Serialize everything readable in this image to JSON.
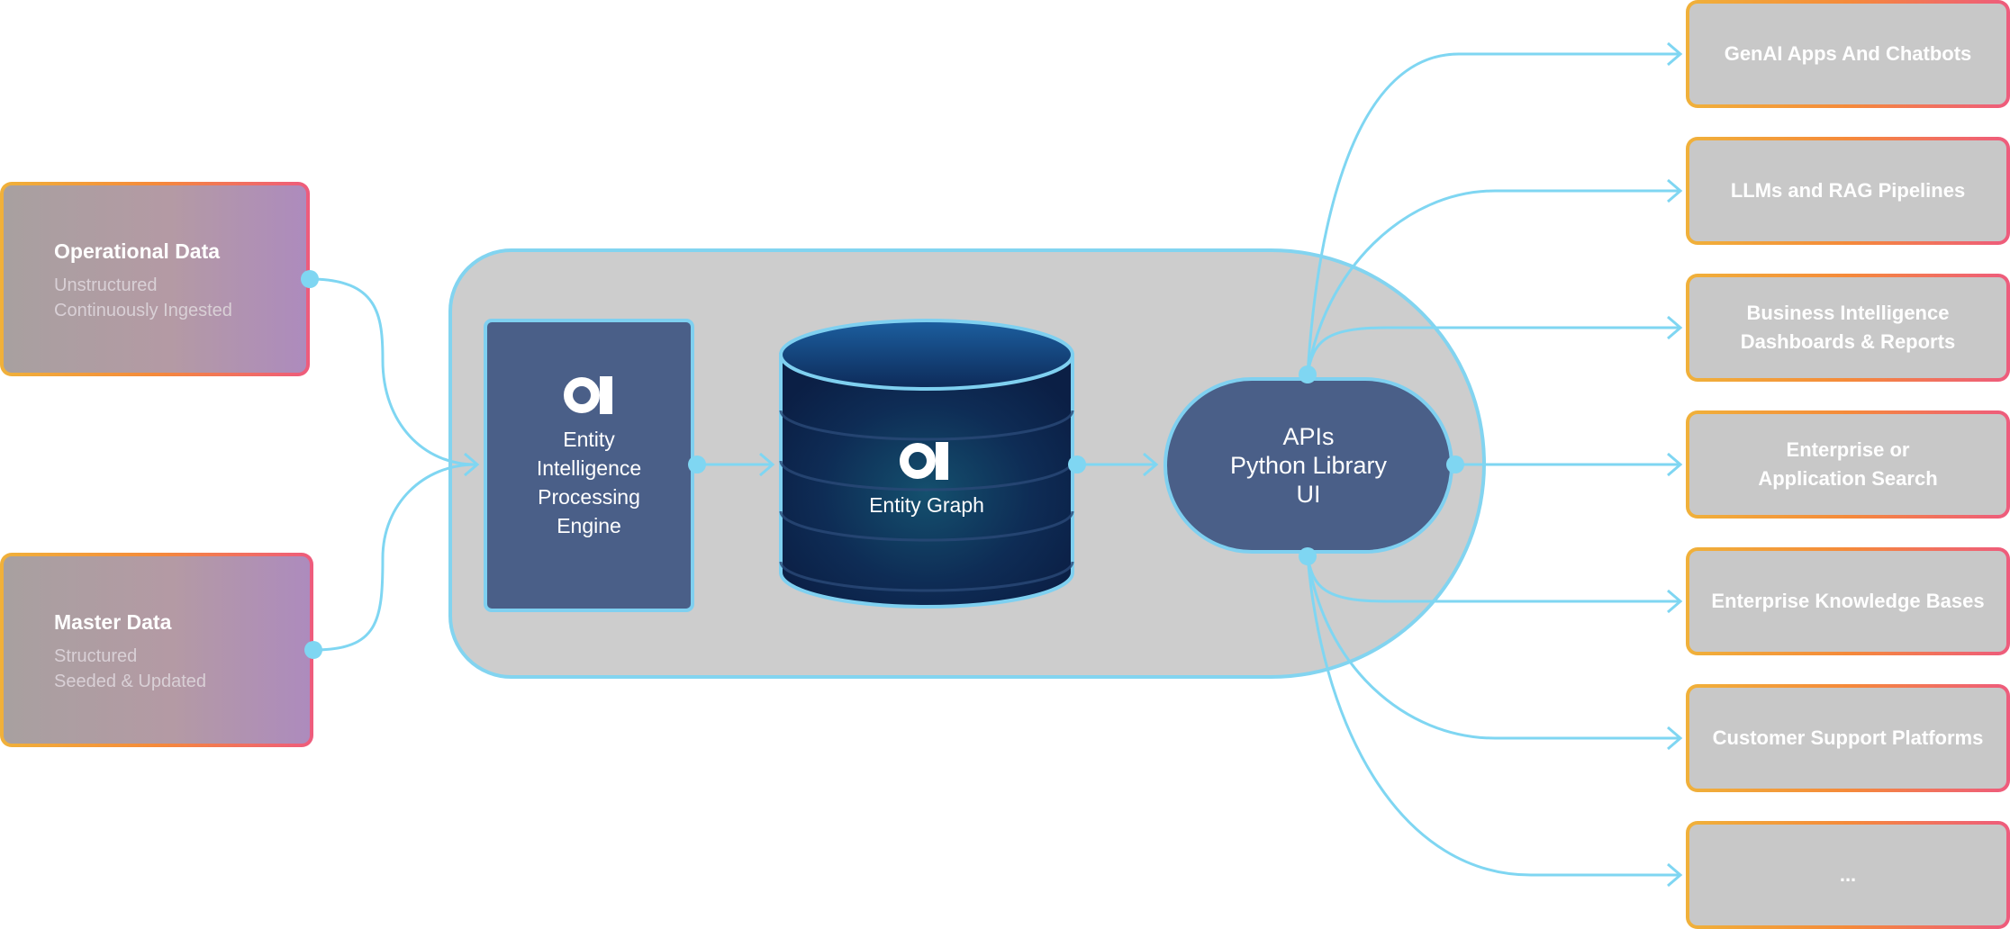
{
  "sources": [
    {
      "title": "Operational Data",
      "lines": [
        "Unstructured",
        "Continuously Ingested"
      ]
    },
    {
      "title": "Master Data",
      "lines": [
        "Structured",
        "Seeded & Updated"
      ]
    }
  ],
  "engine": {
    "lines": [
      "Entity",
      "Intelligence",
      "Processing",
      "Engine"
    ]
  },
  "graph": {
    "label": "Entity Graph"
  },
  "api": {
    "lines": [
      "APIs",
      "Python Library",
      "UI"
    ]
  },
  "destinations": [
    {
      "lines": [
        "GenAI Apps And Chatbots"
      ]
    },
    {
      "lines": [
        "LLMs and RAG Pipelines"
      ]
    },
    {
      "lines": [
        "Business Intelligence",
        "Dashboards & Reports"
      ]
    },
    {
      "lines": [
        "Enterprise or",
        "Application Search"
      ]
    },
    {
      "lines": [
        "Enterprise Knowledge Bases"
      ]
    },
    {
      "lines": [
        "Customer Support Platforms"
      ]
    },
    {
      "lines": [
        "..."
      ]
    }
  ],
  "colors": {
    "connector": "#7fd6f2",
    "node_fill": "#4a5f88",
    "panel_fill": "#cdcdcd",
    "destination_fill": "#c8c8c8",
    "border_gradient": [
      "#f0b13a",
      "#f58a3a",
      "#ee5b7d"
    ]
  },
  "icons": {
    "brand": "ai-logo-icon",
    "database": "database-cylinder-icon"
  }
}
